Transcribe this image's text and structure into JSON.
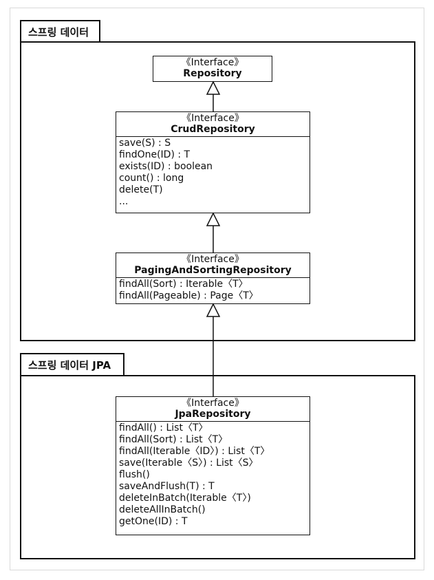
{
  "packages": {
    "spring_data": {
      "label": "스프링 데이터"
    },
    "spring_data_jpa": {
      "label": "스프링 데이터 JPA"
    }
  },
  "classes": {
    "repository": {
      "stereotype": "《Interface》",
      "name": "Repository",
      "methods": []
    },
    "crud_repository": {
      "stereotype": "《Interface》",
      "name": "CrudRepository",
      "methods": [
        "save(S) : S",
        "findOne(ID) : T",
        "exists(ID) : boolean",
        "count() : long",
        "delete(T)",
        "..."
      ]
    },
    "paging_repository": {
      "stereotype": "《Interface》",
      "name": "PagingAndSortingRepository",
      "methods": [
        "findAll(Sort) : Iterable〈T〉",
        "findAll(Pageable) : Page〈T〉"
      ]
    },
    "jpa_repository": {
      "stereotype": "《Interface》",
      "name": "JpaRepository",
      "methods": [
        "findAll() : List〈T〉",
        "findAll(Sort) : List〈T〉",
        "findAll(Iterable〈ID〉) : List〈T〉",
        "save(Iterable〈S〉) : List〈S〉",
        "flush()",
        "saveAndFlush(T) : T",
        "deleteInBatch(Iterable〈T〉)",
        "deleteAllInBatch()",
        "getOne(ID) : T"
      ]
    }
  },
  "colors": {
    "line": "#111111",
    "frame": "#d9d9d9",
    "background": "#ffffff"
  }
}
